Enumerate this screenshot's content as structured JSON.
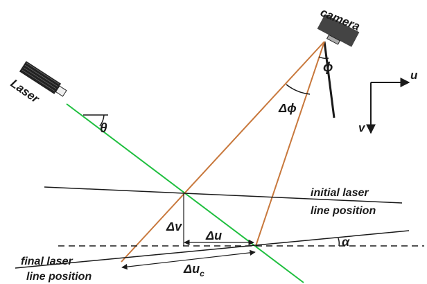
{
  "labels": {
    "camera": "camera",
    "laser": "Laser",
    "theta": "θ",
    "phi": "ϕ",
    "delta_phi": "Δϕ",
    "axis_u": "u",
    "axis_v": "v",
    "initial_line_1": "initial laser",
    "initial_line_2": "line position",
    "final_line_1": "final laser",
    "final_line_2": "line position",
    "delta_v": "Δv",
    "delta_u": "Δu",
    "delta_uc": "Δu",
    "delta_uc_sub": "c",
    "alpha": "α"
  },
  "colors": {
    "laser_beam": "#1fbf3f",
    "camera_rays": "#c8783c",
    "lines": "#1a1a1a"
  }
}
